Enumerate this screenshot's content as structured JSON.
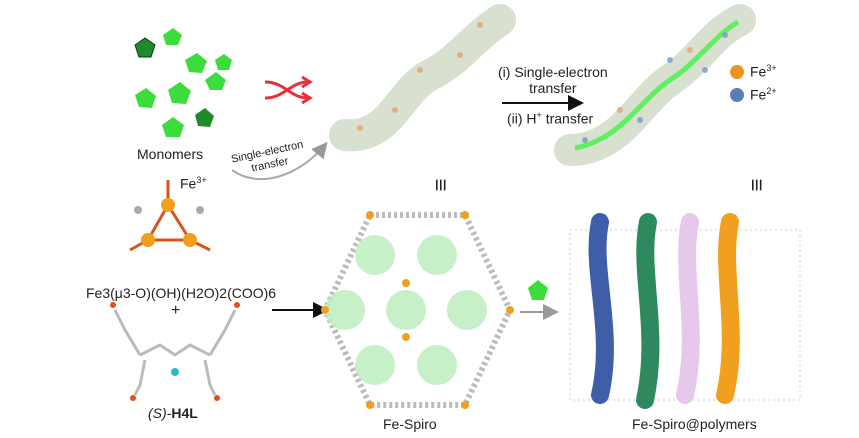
{
  "labels": {
    "monomers": "Monomers",
    "set_a": "Single-electron",
    "set_b": "transfer",
    "step1_a": "(i) Single-electron",
    "step1_b": "transfer",
    "step2_prefix": "(ii) H",
    "step2_sup": "+",
    "step2_suffix": " transfer",
    "fe3_label": "Fe",
    "fe3_sup": "3+",
    "legend_fe3": "Fe",
    "legend_fe3_sup": "3+",
    "legend_fe2": "Fe",
    "legend_fe2_sup": "2+",
    "equiv_1": "≡",
    "equiv_2": "≡",
    "formula": "Fe3(μ3-O)(OH)(H2O)2(COO)6",
    "plus": "+",
    "ligand_prefix": "(S)-",
    "ligand_main": "H4L",
    "fe_spiro": "Fe-Spiro",
    "fe_spiro_polymers": "Fe-Spiro@polymers"
  },
  "colors": {
    "monomer_green": "#3ddc3d",
    "fe3": "#e8961e",
    "fe2": "#5a7fb5",
    "tube": "#dfe6d8",
    "red_arrow": "#e8303a",
    "blue_chain": "#3f5ea8",
    "green_chain": "#2e8a5e",
    "pink_chain": "#e6c8ec",
    "orange_chain": "#f0a01e"
  }
}
